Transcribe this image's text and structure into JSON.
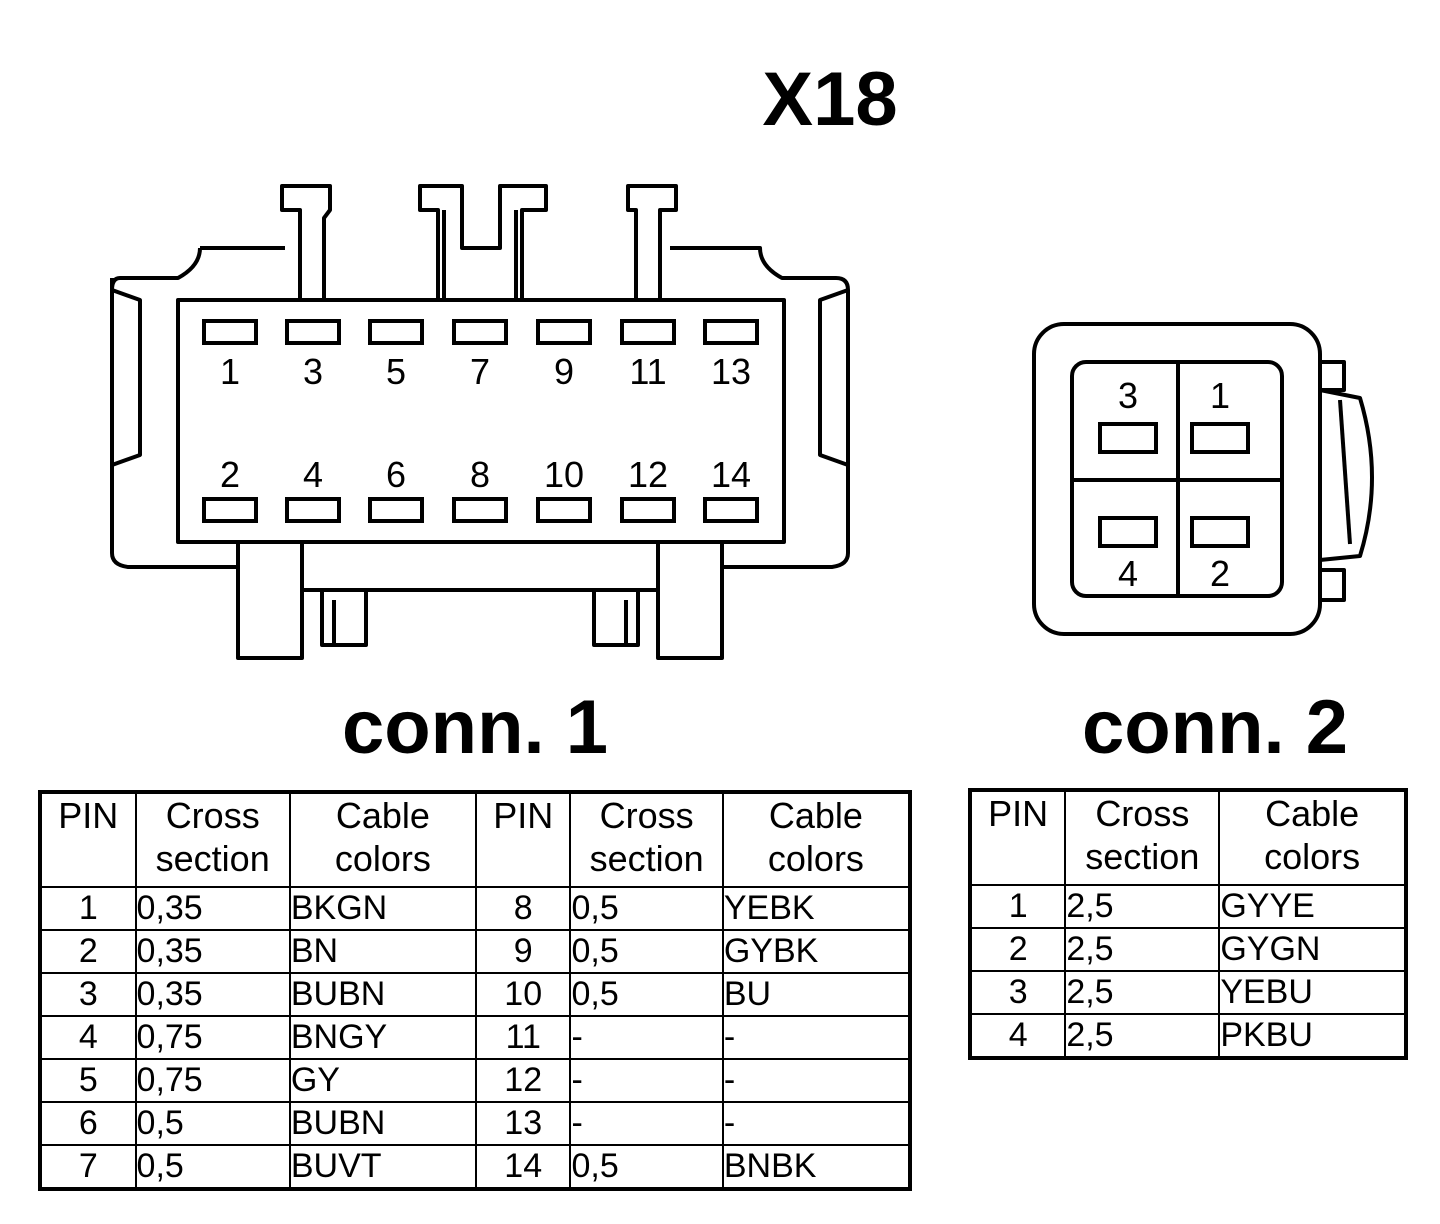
{
  "title": "X18",
  "connectors": {
    "conn1": {
      "label": "conn. 1",
      "top_pins": [
        "1",
        "3",
        "5",
        "7",
        "9",
        "11",
        "13"
      ],
      "bottom_pins": [
        "2",
        "4",
        "6",
        "8",
        "10",
        "12",
        "14"
      ]
    },
    "conn2": {
      "label": "conn. 2",
      "pins": [
        "3",
        "1",
        "4",
        "2"
      ]
    }
  },
  "table1": {
    "headers": [
      [
        "PIN"
      ],
      [
        "Cross",
        "section"
      ],
      [
        "Cable",
        "colors"
      ],
      [
        "PIN"
      ],
      [
        "Cross",
        "section"
      ],
      [
        "Cable",
        "colors"
      ]
    ],
    "rows": [
      [
        "1",
        "0,35",
        "BKGN",
        "8",
        "0,5",
        "YEBK"
      ],
      [
        "2",
        "0,35",
        "BN",
        "9",
        "0,5",
        "GYBK"
      ],
      [
        "3",
        "0,35",
        "BUBN",
        "10",
        "0,5",
        "BU"
      ],
      [
        "4",
        "0,75",
        "BNGY",
        "11",
        "-",
        "-"
      ],
      [
        "5",
        "0,75",
        "GY",
        "12",
        "-",
        "-"
      ],
      [
        "6",
        "0,5",
        "BUBN",
        "13",
        "-",
        "-"
      ],
      [
        "7",
        "0,5",
        "BUVT",
        "14",
        "0,5",
        "BNBK"
      ]
    ]
  },
  "table2": {
    "headers": [
      [
        "PIN"
      ],
      [
        "Cross",
        "section"
      ],
      [
        "Cable",
        "colors"
      ]
    ],
    "rows": [
      [
        "1",
        "2,5",
        "GYYE"
      ],
      [
        "2",
        "2,5",
        "GYGN"
      ],
      [
        "3",
        "2,5",
        "YEBU"
      ],
      [
        "4",
        "2,5",
        "PKBU"
      ]
    ]
  }
}
